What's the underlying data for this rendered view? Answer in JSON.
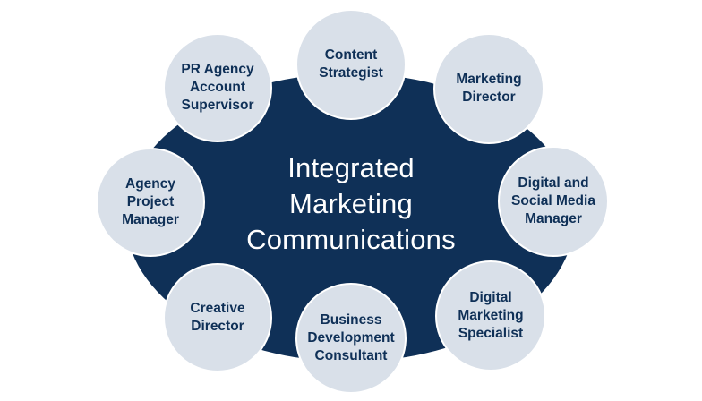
{
  "center": {
    "title": "Integrated\nMarketing\nCommunications"
  },
  "roles": [
    "Content\nStrategist",
    "Marketing\nDirector",
    "Digital and\nSocial Media\nManager",
    "Digital\nMarketing\nSpecialist",
    "Business\nDevelopment\nConsultant",
    "Creative\nDirector",
    "Agency\nProject\nManager",
    "PR Agency\nAccount\nSupervisor"
  ],
  "colors": {
    "hub": "#0f3057",
    "node_fill": "#d9e0e9",
    "node_text": "#0f3057",
    "hub_text": "#ffffff"
  }
}
